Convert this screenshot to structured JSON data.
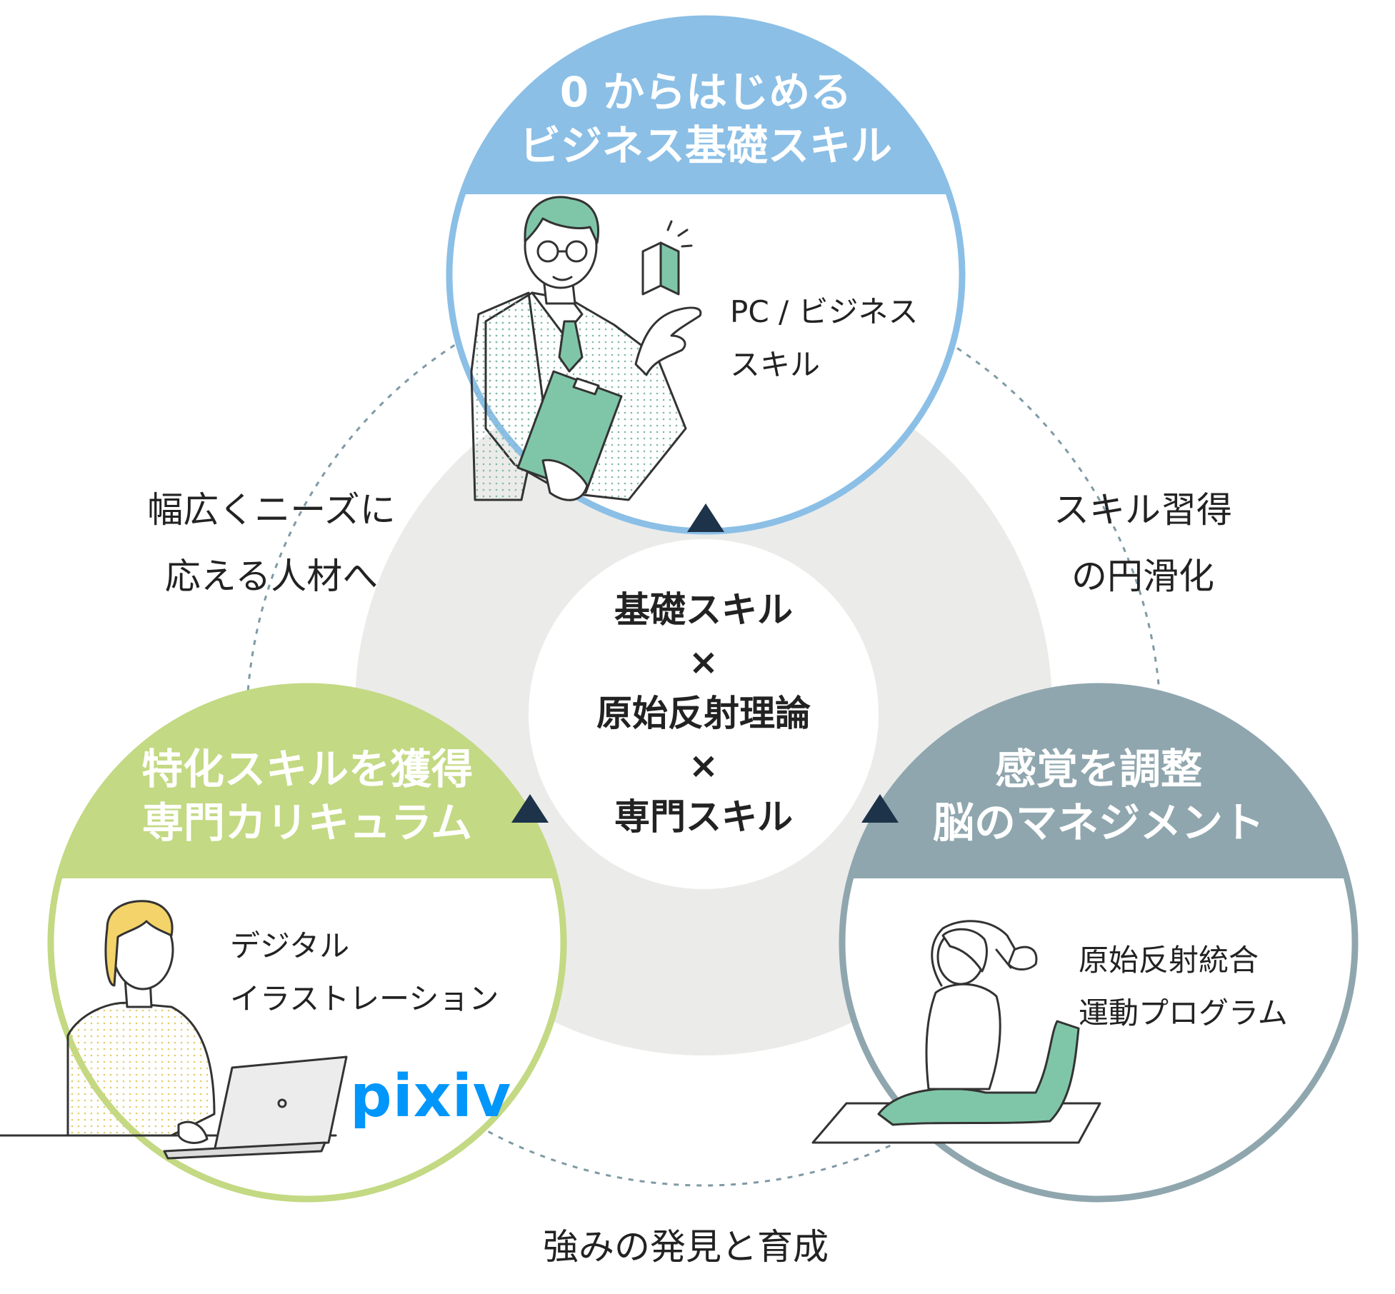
{
  "center": {
    "line1": "基礎スキル",
    "sep1": "×",
    "line2": "原始反射理論",
    "sep2": "×",
    "line3": "専門スキル"
  },
  "top_circle": {
    "title_line1": "0 からはじめる",
    "title_line2": "ビジネス基礎スキル",
    "item_line1": "PC / ビジネス",
    "item_line2": "スキル",
    "color": "#8bbfe6"
  },
  "left_circle": {
    "title_line1": "特化スキルを獲得",
    "title_line2": "専門カリキュラム",
    "item_line1": "デジタル",
    "item_line2": "イラストレーション",
    "logo": "pixiv",
    "color": "#c3d983"
  },
  "right_circle": {
    "title_line1": "感覚を調整",
    "title_line2": "脳のマネジメント",
    "item_line1": "原始反射統合",
    "item_line2": "運動プログラム",
    "color": "#8fa6ae"
  },
  "side_labels": {
    "upper_left_line1": "幅広くニーズに",
    "upper_left_line2": "応える人材へ",
    "upper_right_line1": "スキル習得",
    "upper_right_line2": "の円滑化",
    "bottom": "強みの発見と育成"
  },
  "colors": {
    "ring_bg": "#ebebea",
    "arrow": "#1d3349",
    "dashed_ring": "#7f9aa5",
    "figure_green": "#7fc6a8"
  }
}
